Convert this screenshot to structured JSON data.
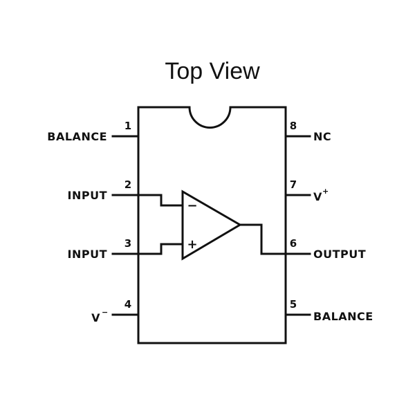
{
  "title": "Top View",
  "opamp": {
    "inverting_sign": "−",
    "noninverting_sign": "+"
  },
  "pins": [
    {
      "number": "1",
      "label": "BALANCE",
      "sup": ""
    },
    {
      "number": "2",
      "label": "INPUT",
      "sup": ""
    },
    {
      "number": "3",
      "label": "INPUT",
      "sup": ""
    },
    {
      "number": "4",
      "label": "V",
      "sup": "−"
    },
    {
      "number": "5",
      "label": "BALANCE",
      "sup": ""
    },
    {
      "number": "6",
      "label": "OUTPUT",
      "sup": ""
    },
    {
      "number": "7",
      "label": "V",
      "sup": "+"
    },
    {
      "number": "8",
      "label": "NC",
      "sup": ""
    }
  ]
}
